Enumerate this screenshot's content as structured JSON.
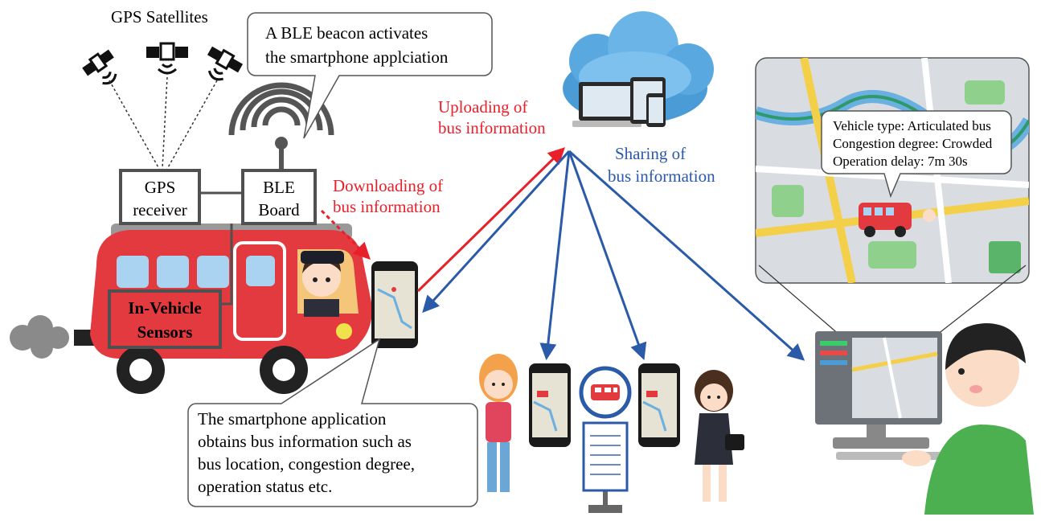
{
  "labels": {
    "gps_satellites": "GPS Satellites",
    "ble_callout": [
      "A BLE beacon activates",
      "the smartphone applciation"
    ],
    "gps_receiver": [
      "GPS",
      "receiver"
    ],
    "ble_board": [
      "BLE",
      "Board"
    ],
    "sensors": [
      "In-Vehicle",
      "Sensors"
    ],
    "downloading": [
      "Downloading of",
      "bus information"
    ],
    "uploading": [
      "Uploading of",
      "bus information"
    ],
    "sharing": [
      "Sharing of",
      "bus information"
    ],
    "map_popup": [
      "Vehicle type: Articulated bus",
      "Congestion degree: Crowded",
      "Operation delay: 7m 30s"
    ],
    "app_callout": [
      "The smartphone application",
      "obtains bus information such as",
      "bus location, congestion degree,",
      "operation status etc."
    ]
  },
  "colors": {
    "upload": "#e8202a",
    "share": "#2a5aa8",
    "bus_body": "#e23a3e",
    "bus_window": "#a9d3f0",
    "cloud": "#4a9bd6",
    "map_bg": "#d9dde2",
    "box_stroke": "#505050"
  },
  "icons": [
    "satellite-icon",
    "antenna-icon",
    "bus-icon",
    "driver-icon",
    "smartphone-icon",
    "cloud-icon",
    "laptop-icon",
    "tablet-icon",
    "bus-stop-icon",
    "woman-icon",
    "businesswoman-icon",
    "computer-user-icon",
    "map-icon"
  ]
}
